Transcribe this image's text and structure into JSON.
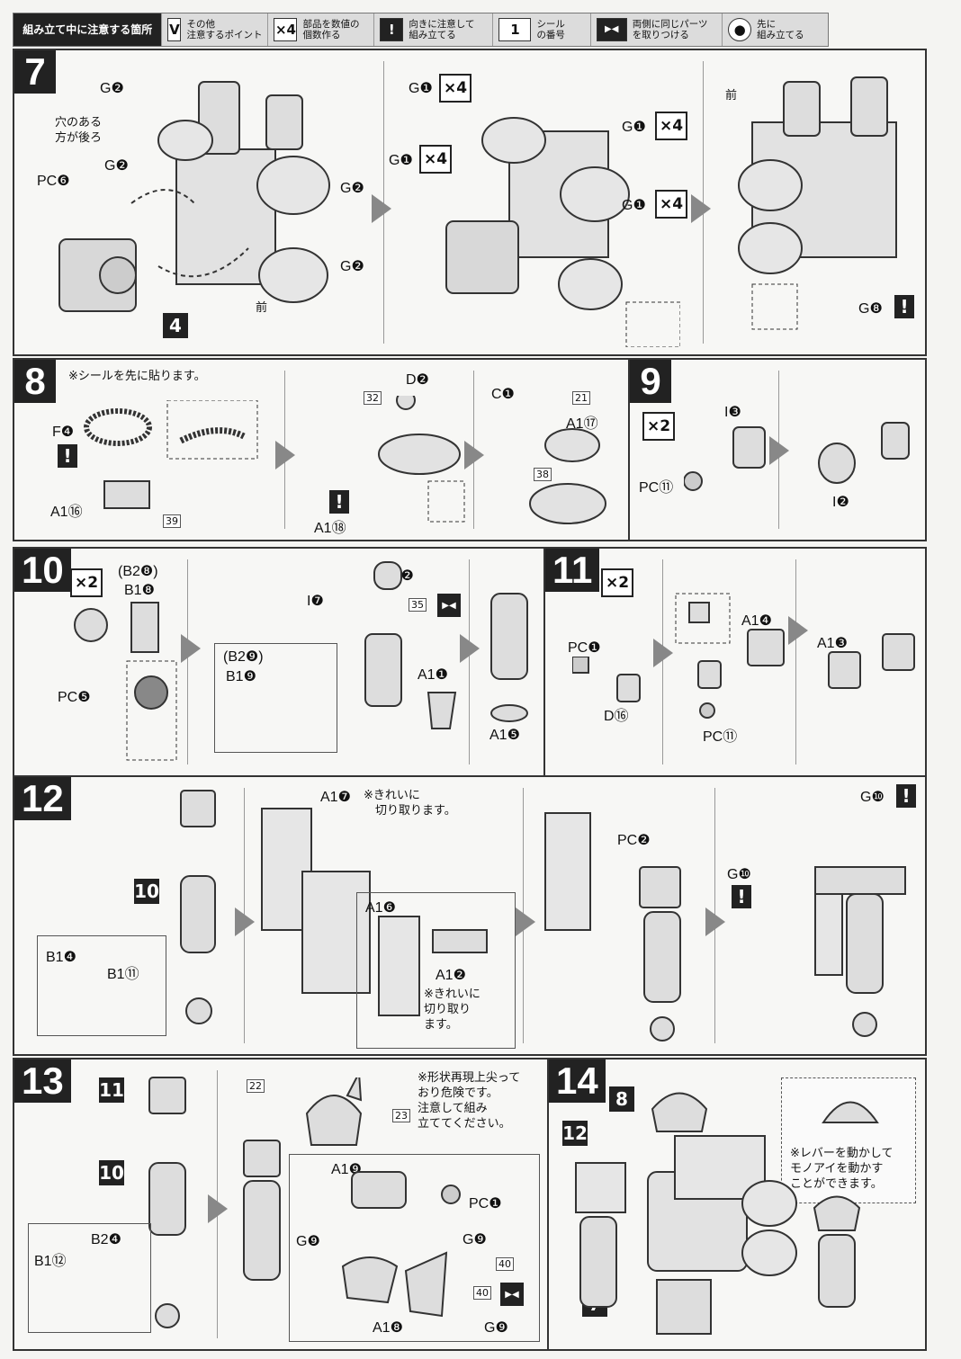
{
  "legend": {
    "title": "組み立て中に注意する箇所",
    "items": [
      {
        "icon": "V",
        "text": "その他\n注意するポイント"
      },
      {
        "icon": "×4",
        "text": "部品を数値の\n個数作る"
      },
      {
        "icon": "!",
        "text": "向きに注意して\n組み立てる"
      },
      {
        "icon": "1",
        "text": "シール\nの番号"
      },
      {
        "icon": "▶◀",
        "text": "両側に同じパーツ\nを取りつける"
      },
      {
        "icon": "●",
        "text": "先に\n組み立てる"
      }
    ]
  },
  "steps": {
    "s7": {
      "no": "7",
      "labels": [
        "G❷",
        "穴のある\n方が後ろ",
        "G❷",
        "PC❻",
        "G❷",
        "G❷",
        "G❶",
        "×4",
        "G❶",
        "×4",
        "G❶",
        "×4",
        "G❶",
        "×4",
        "G❽",
        "前",
        "前",
        "4"
      ]
    },
    "s8": {
      "no": "8",
      "note": "※シールを先に貼ります。",
      "labels": [
        "F❹",
        "A1⑯",
        "39",
        "D❷",
        "32",
        "A1⑱",
        "C❶",
        "21",
        "A1⑰",
        "38"
      ]
    },
    "s9": {
      "no": "9",
      "mult": "×2",
      "labels": [
        "I❸",
        "PC⑪",
        "I❷"
      ]
    },
    "s10": {
      "no": "10",
      "mult": "×2",
      "labels": [
        "(B2❽)",
        "B1❽",
        "PC❺",
        "(B2❾)",
        "B1❾",
        "C❷",
        "I❼",
        "35",
        "A1❶",
        "A1❺"
      ]
    },
    "s11": {
      "no": "11",
      "mult": "×2",
      "labels": [
        "PC❶",
        "D⑯",
        "A1❹",
        "PC⑪",
        "A1❸"
      ]
    },
    "s12": {
      "no": "12",
      "note": "※きれいに\n　切り取ります。",
      "note2": "※きれいに\n切り取り\nます。",
      "labels": [
        "A1❼",
        "10",
        "B1❹",
        "B1⑪",
        "A1❻",
        "A1❷",
        "PC❷",
        "G❿",
        "G❿"
      ]
    },
    "s13": {
      "no": "13",
      "note": "※形状再現上尖って\nおり危険です。\n注意して組み\n立ててください。",
      "labels": [
        "11",
        "10",
        "22",
        "23",
        "A1❾",
        "PC❶",
        "G❾",
        "G❾",
        "40",
        "40",
        "A1❽",
        "G❾",
        "B1⑫",
        "B2❹"
      ]
    },
    "s14": {
      "no": "14",
      "note": "※レバーを動かして\nモノアイを動かす\nことができます。",
      "labels": [
        "8",
        "12",
        "7"
      ]
    }
  }
}
